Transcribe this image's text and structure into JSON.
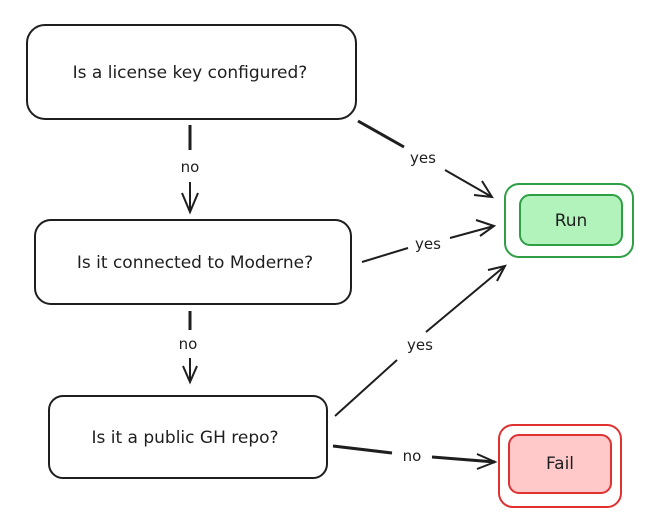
{
  "nodes": {
    "license": {
      "label": "Is a license key configured?"
    },
    "moderne": {
      "label": "Is it connected to Moderne?"
    },
    "public": {
      "label": "Is it a public GH repo?"
    },
    "run": {
      "label": "Run"
    },
    "fail": {
      "label": "Fail"
    }
  },
  "edges": {
    "license_no": {
      "label": "no"
    },
    "license_yes": {
      "label": "yes"
    },
    "moderne_no": {
      "label": "no"
    },
    "moderne_yes": {
      "label": "yes"
    },
    "public_yes": {
      "label": "yes"
    },
    "public_no": {
      "label": "no"
    }
  },
  "colors": {
    "stroke": "#1e1e1e",
    "run_fill": "#b2f2bb",
    "run_stroke": "#2f9e44",
    "fail_fill": "#ffc9c9",
    "fail_stroke": "#e03131"
  }
}
